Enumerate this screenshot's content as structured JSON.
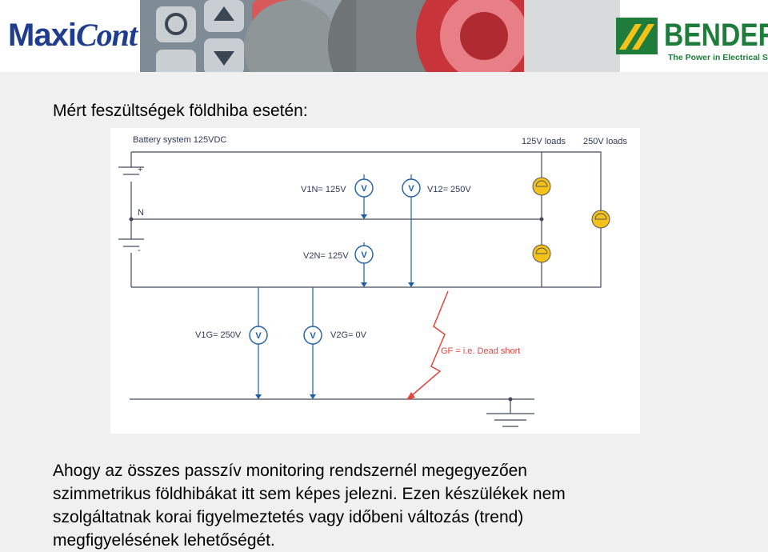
{
  "header": {
    "logo_left": {
      "part1": "Maxi",
      "part2": "Cont"
    },
    "logo_right": {
      "name": "BENDER",
      "tagline": "The Power in Electrical Safety®"
    }
  },
  "slide": {
    "title": "Mért feszültségek földhiba esetén:",
    "body_lines": [
      "Ahogy az összes passzív monitoring rendszernél megegyezően",
      "szimmetrikus földhibákat itt sem képes jelezni. Ezen készülékek nem",
      "szolgáltatnak korai figyelmeztetés vagy időbeni változás (trend)",
      "megfigyelésének lehetőségét."
    ]
  },
  "diagram": {
    "system_label": "Battery system  125VDC",
    "plus_label": "+",
    "n_label": "N",
    "minus_label": "-",
    "load1_label": "125V loads",
    "load2_label": "250V loads",
    "meters": {
      "v1n": {
        "label": "V1N= 125V",
        "symbol": "V"
      },
      "v12": {
        "label": "V12= 250V",
        "symbol": "V"
      },
      "v2n": {
        "label": "V2N= 125V",
        "symbol": "V"
      },
      "v1g": {
        "label": "V1G= 250V",
        "symbol": "V"
      },
      "v2g": {
        "label": "V2G= 0V",
        "symbol": "V"
      }
    },
    "fault_label": "GF = i.e. Dead short",
    "colors": {
      "bus": "#444a5a",
      "meter": "#1f5fa8",
      "fault": "#e0463c",
      "lamp": "#f5c21a"
    }
  }
}
